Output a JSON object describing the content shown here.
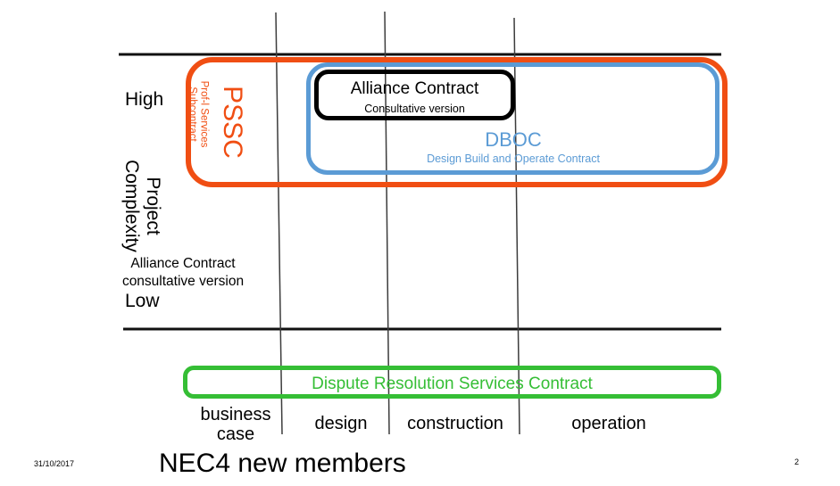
{
  "slide": {
    "date": "31/10/2017",
    "title": "NEC4 new members",
    "page_number": "2"
  },
  "colors": {
    "orange": "#F04E13",
    "blue": "#5B9BD5",
    "green": "#35BE35",
    "line_black": "#111111",
    "divider_gray": "#3c3c3c"
  },
  "axis": {
    "high": "High",
    "low": "Low",
    "y_label_line1": "Project",
    "y_label_line2": "Complexity",
    "note_line1": "Alliance Contract",
    "note_line2": "consultative version"
  },
  "boxes": {
    "pssc": {
      "abbr": "PSSC",
      "detail_line1": "Prof-l Services",
      "detail_line2": "Subcontract"
    },
    "alliance": {
      "title": "Alliance Contract",
      "subtitle": "Consultative version"
    },
    "dboc": {
      "abbr": "DBOC",
      "subtitle": "Design Build and Operate Contract"
    },
    "dispute": {
      "label": "Dispute Resolution Services Contract"
    }
  },
  "phases": [
    "business case",
    "design",
    "construction",
    "operation"
  ]
}
